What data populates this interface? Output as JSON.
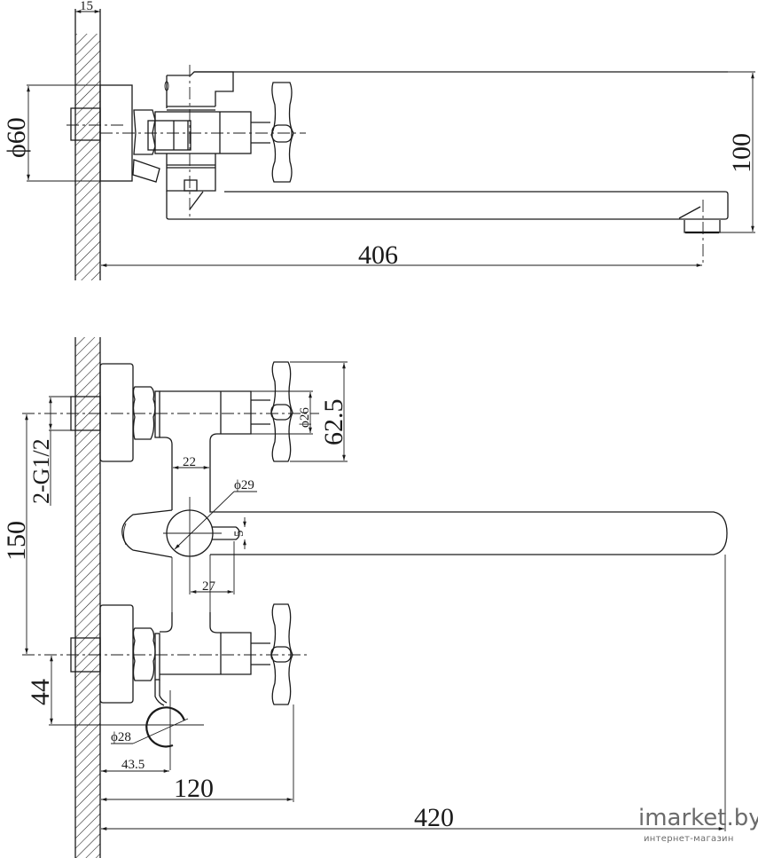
{
  "drawing": {
    "title": "Wall-mounted bath mixer technical drawing",
    "line_color": "#1a1a1a",
    "background": "#ffffff"
  },
  "top_view": {
    "dimensions": {
      "wall_thickness": "15",
      "flange_diameter": "ϕ60",
      "spout_height": "100",
      "spout_reach": "406"
    }
  },
  "front_view": {
    "dimensions": {
      "handle_height": "62.5",
      "handle_stem_diameter": "ϕ26",
      "body_width": "22",
      "lever_diameter": "ϕ29",
      "lever_slot": "5",
      "lever_offset": "27",
      "inlet_spacing": "150",
      "inlet_thread": "2-G1/2",
      "holder_drop": "44",
      "holder_diameter": "ϕ28",
      "holder_offset": "43.5",
      "handle_reach": "120",
      "spout_reach": "420"
    }
  },
  "watermark": {
    "brand": "imarket.by",
    "subtitle": "интернет-магазин",
    "color": "#6b6b6b"
  }
}
